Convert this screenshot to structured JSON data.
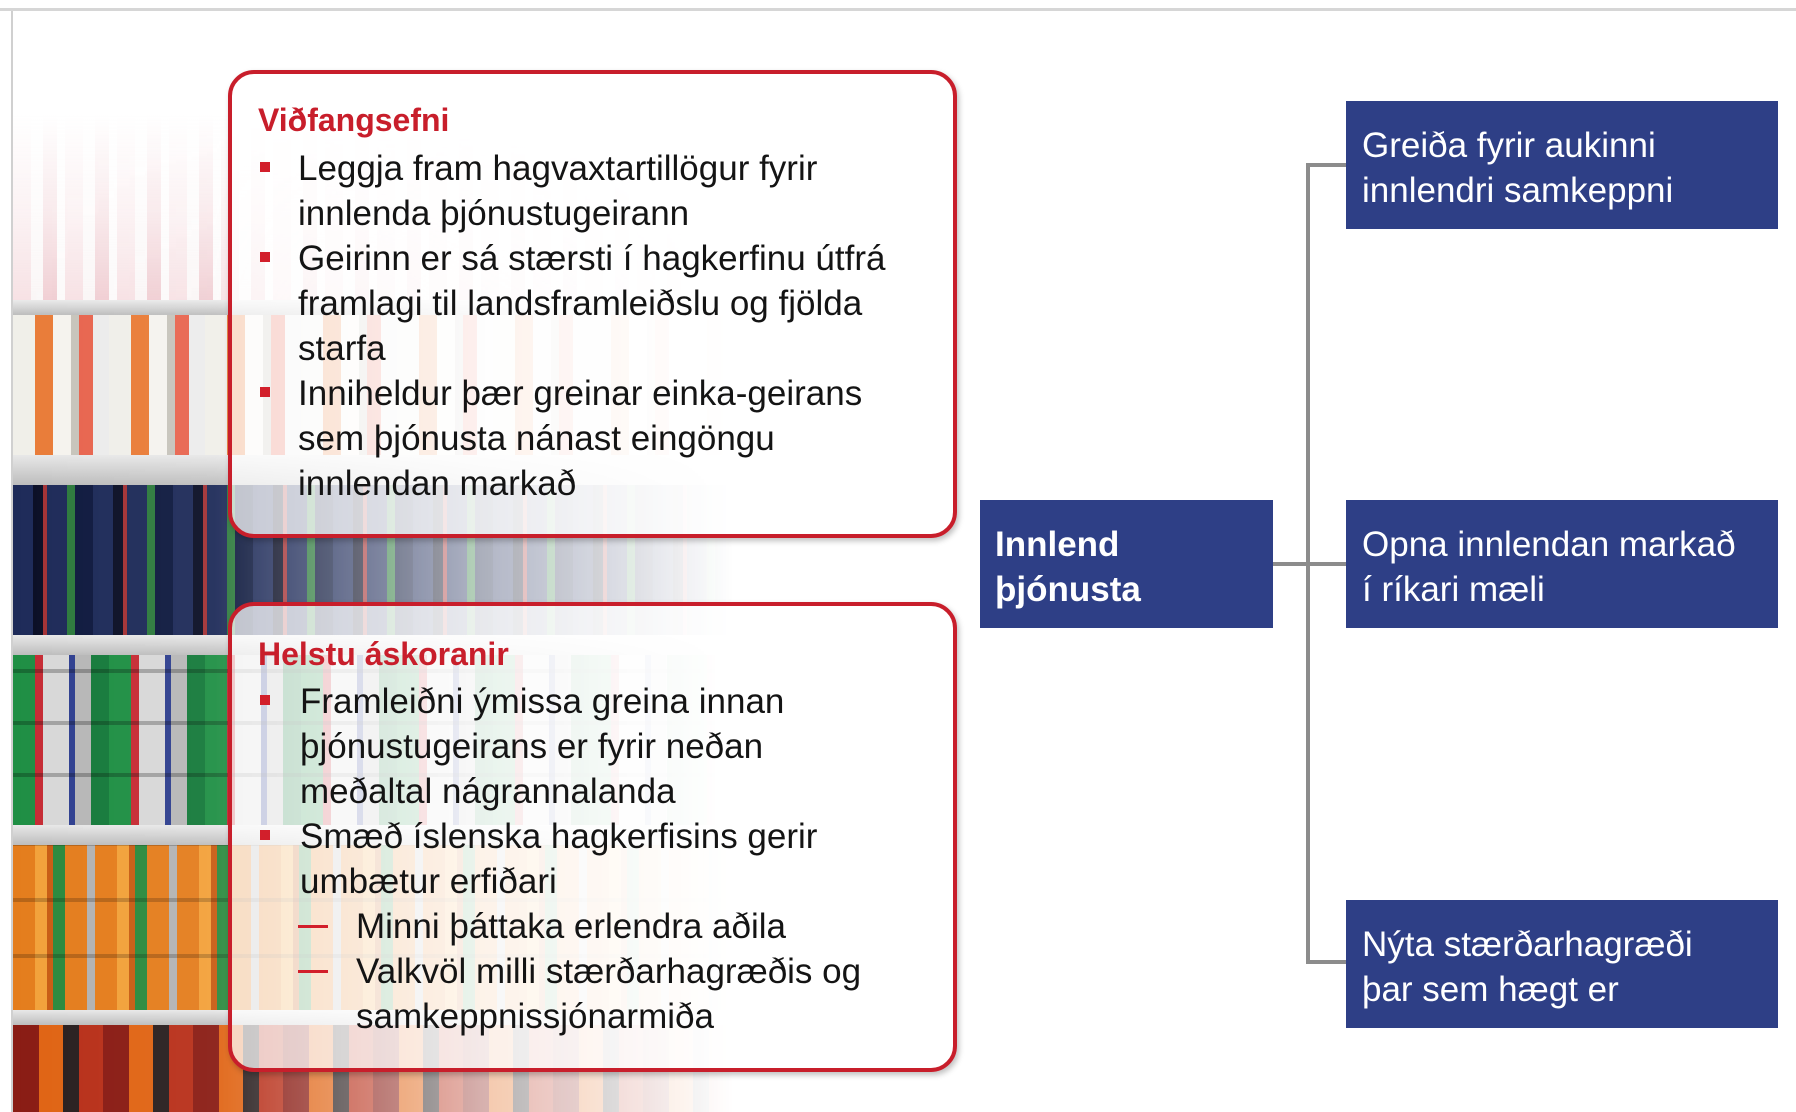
{
  "topics_box": {
    "heading": "Viðfangsefni",
    "bullets": [
      [
        "Leggja fram hagvaxtartillögur fyrir",
        "innlenda þjónustugeirann"
      ],
      [
        "Geirinn er sá stærsti í hagkerfinu útfrá",
        "framlagi til landsframleiðslu og fjölda",
        "starfa"
      ],
      [
        "Inniheldur þær greinar einka-geirans",
        "sem þjónusta nánast eingöngu",
        "innlendan markað"
      ]
    ]
  },
  "challenges_box": {
    "heading": "Helstu áskoranir",
    "bullets": [
      [
        "Framleiðni ýmissa greina innan",
        "þjónustugeirans er fyrir neðan",
        "meðaltal nágrannalanda"
      ],
      [
        "Smæð íslenska hagkerfisins gerir",
        "umbætur erfiðari"
      ]
    ],
    "sub_items": [
      [
        "Minni þáttaka erlendra aðila"
      ],
      [
        "Valkvöl milli stærðarhagræðis og",
        "samkeppnissjónarmiða"
      ]
    ]
  },
  "tree": {
    "root": [
      "Innlend",
      "þjónusta"
    ],
    "children": [
      [
        "Greiða fyrir aukinni",
        "innlendri samkeppni"
      ],
      [
        "Opna innlendan markað",
        "í ríkari mæli"
      ],
      [
        "Nýta stærðarhagræði",
        "þar sem hægt er"
      ]
    ]
  },
  "colors": {
    "accent_red": "#c81e2b",
    "node_blue": "#2e3f86",
    "connector_gray": "#8c8c8c"
  }
}
